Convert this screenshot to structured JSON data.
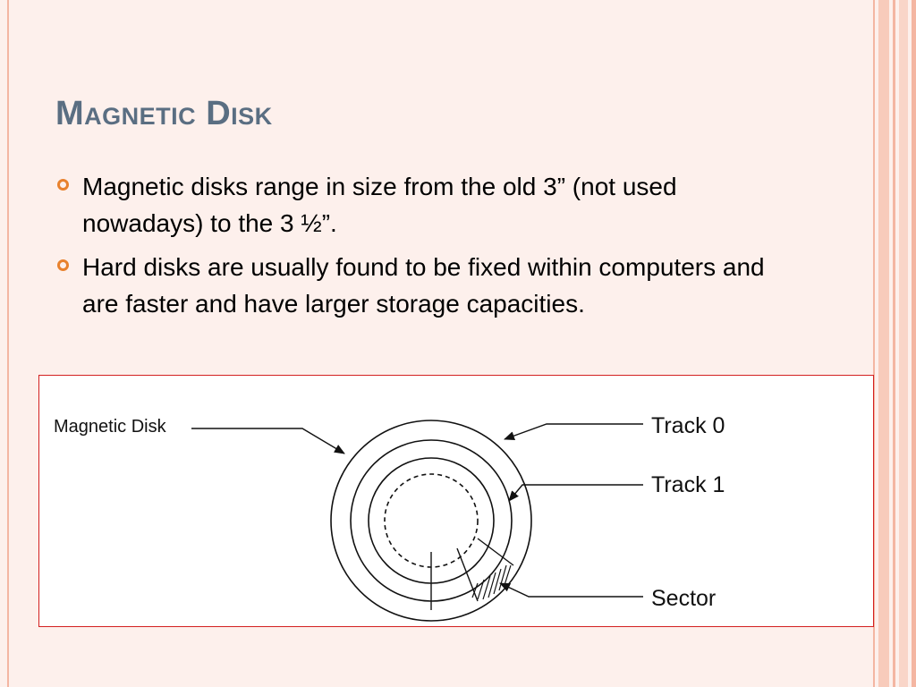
{
  "slide": {
    "title": "Magnetic Disk",
    "bullets": [
      "Magnetic disks range in size from the old 3” (not used nowadays) to the 3 ½”.",
      "Hard disks are usually found to be fixed within computers and are faster and have larger storage capacities."
    ]
  },
  "diagram": {
    "labels": {
      "disk": "Magnetic Disk",
      "track0": "Track 0",
      "track1": "Track 1",
      "sector": "Sector"
    }
  },
  "colors": {
    "background": "#fdf0ec",
    "title": "#5a6e82",
    "bullet_marker": "#e8812d",
    "figure_border": "#d32020",
    "stripe": "#f4b6a2"
  }
}
